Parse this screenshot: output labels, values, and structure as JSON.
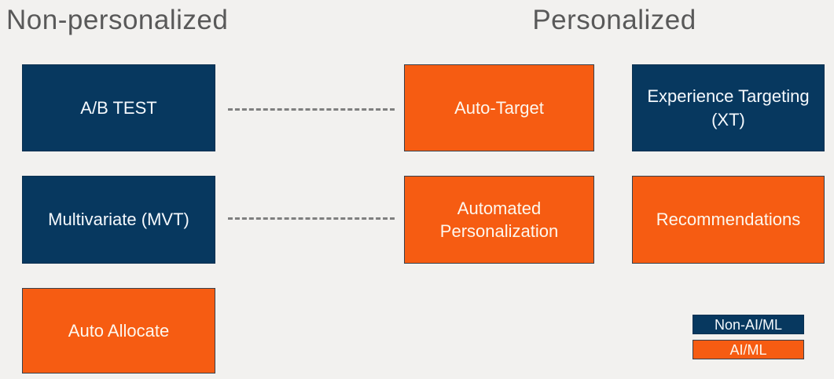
{
  "headers": {
    "non_personalized": "Non-personalized",
    "personalized": "Personalized"
  },
  "boxes": {
    "ab_test": {
      "label": "A/B TEST",
      "category": "non-ai-ml"
    },
    "auto_target": {
      "label": "Auto-Target",
      "category": "ai-ml"
    },
    "experience_targeting": {
      "label": "Experience Targeting (XT)",
      "category": "non-ai-ml"
    },
    "multivariate": {
      "label": "Multivariate (MVT)",
      "category": "non-ai-ml"
    },
    "automated_personalization": {
      "label": "Automated Personalization",
      "category": "ai-ml"
    },
    "recommendations": {
      "label": "Recommendations",
      "category": "ai-ml"
    },
    "auto_allocate": {
      "label": "Auto Allocate",
      "category": "ai-ml"
    }
  },
  "connectors": [
    {
      "from": "ab_test",
      "to": "auto_target",
      "style": "dashed"
    },
    {
      "from": "multivariate",
      "to": "automated_personalization",
      "style": "dashed"
    }
  ],
  "legend": {
    "non_ai_ml": "Non-AI/ML",
    "ai_ml": "AI/ML"
  },
  "colors": {
    "background": "#f2f1ef",
    "navy": "#07385f",
    "orange": "#f65c12",
    "orange_box_border": "#38404a",
    "title_gray": "#595959",
    "connector_gray": "#7f7f7f",
    "navy_box_text": "#f5f9fd",
    "orange_box_text": "#fdf7ee"
  }
}
